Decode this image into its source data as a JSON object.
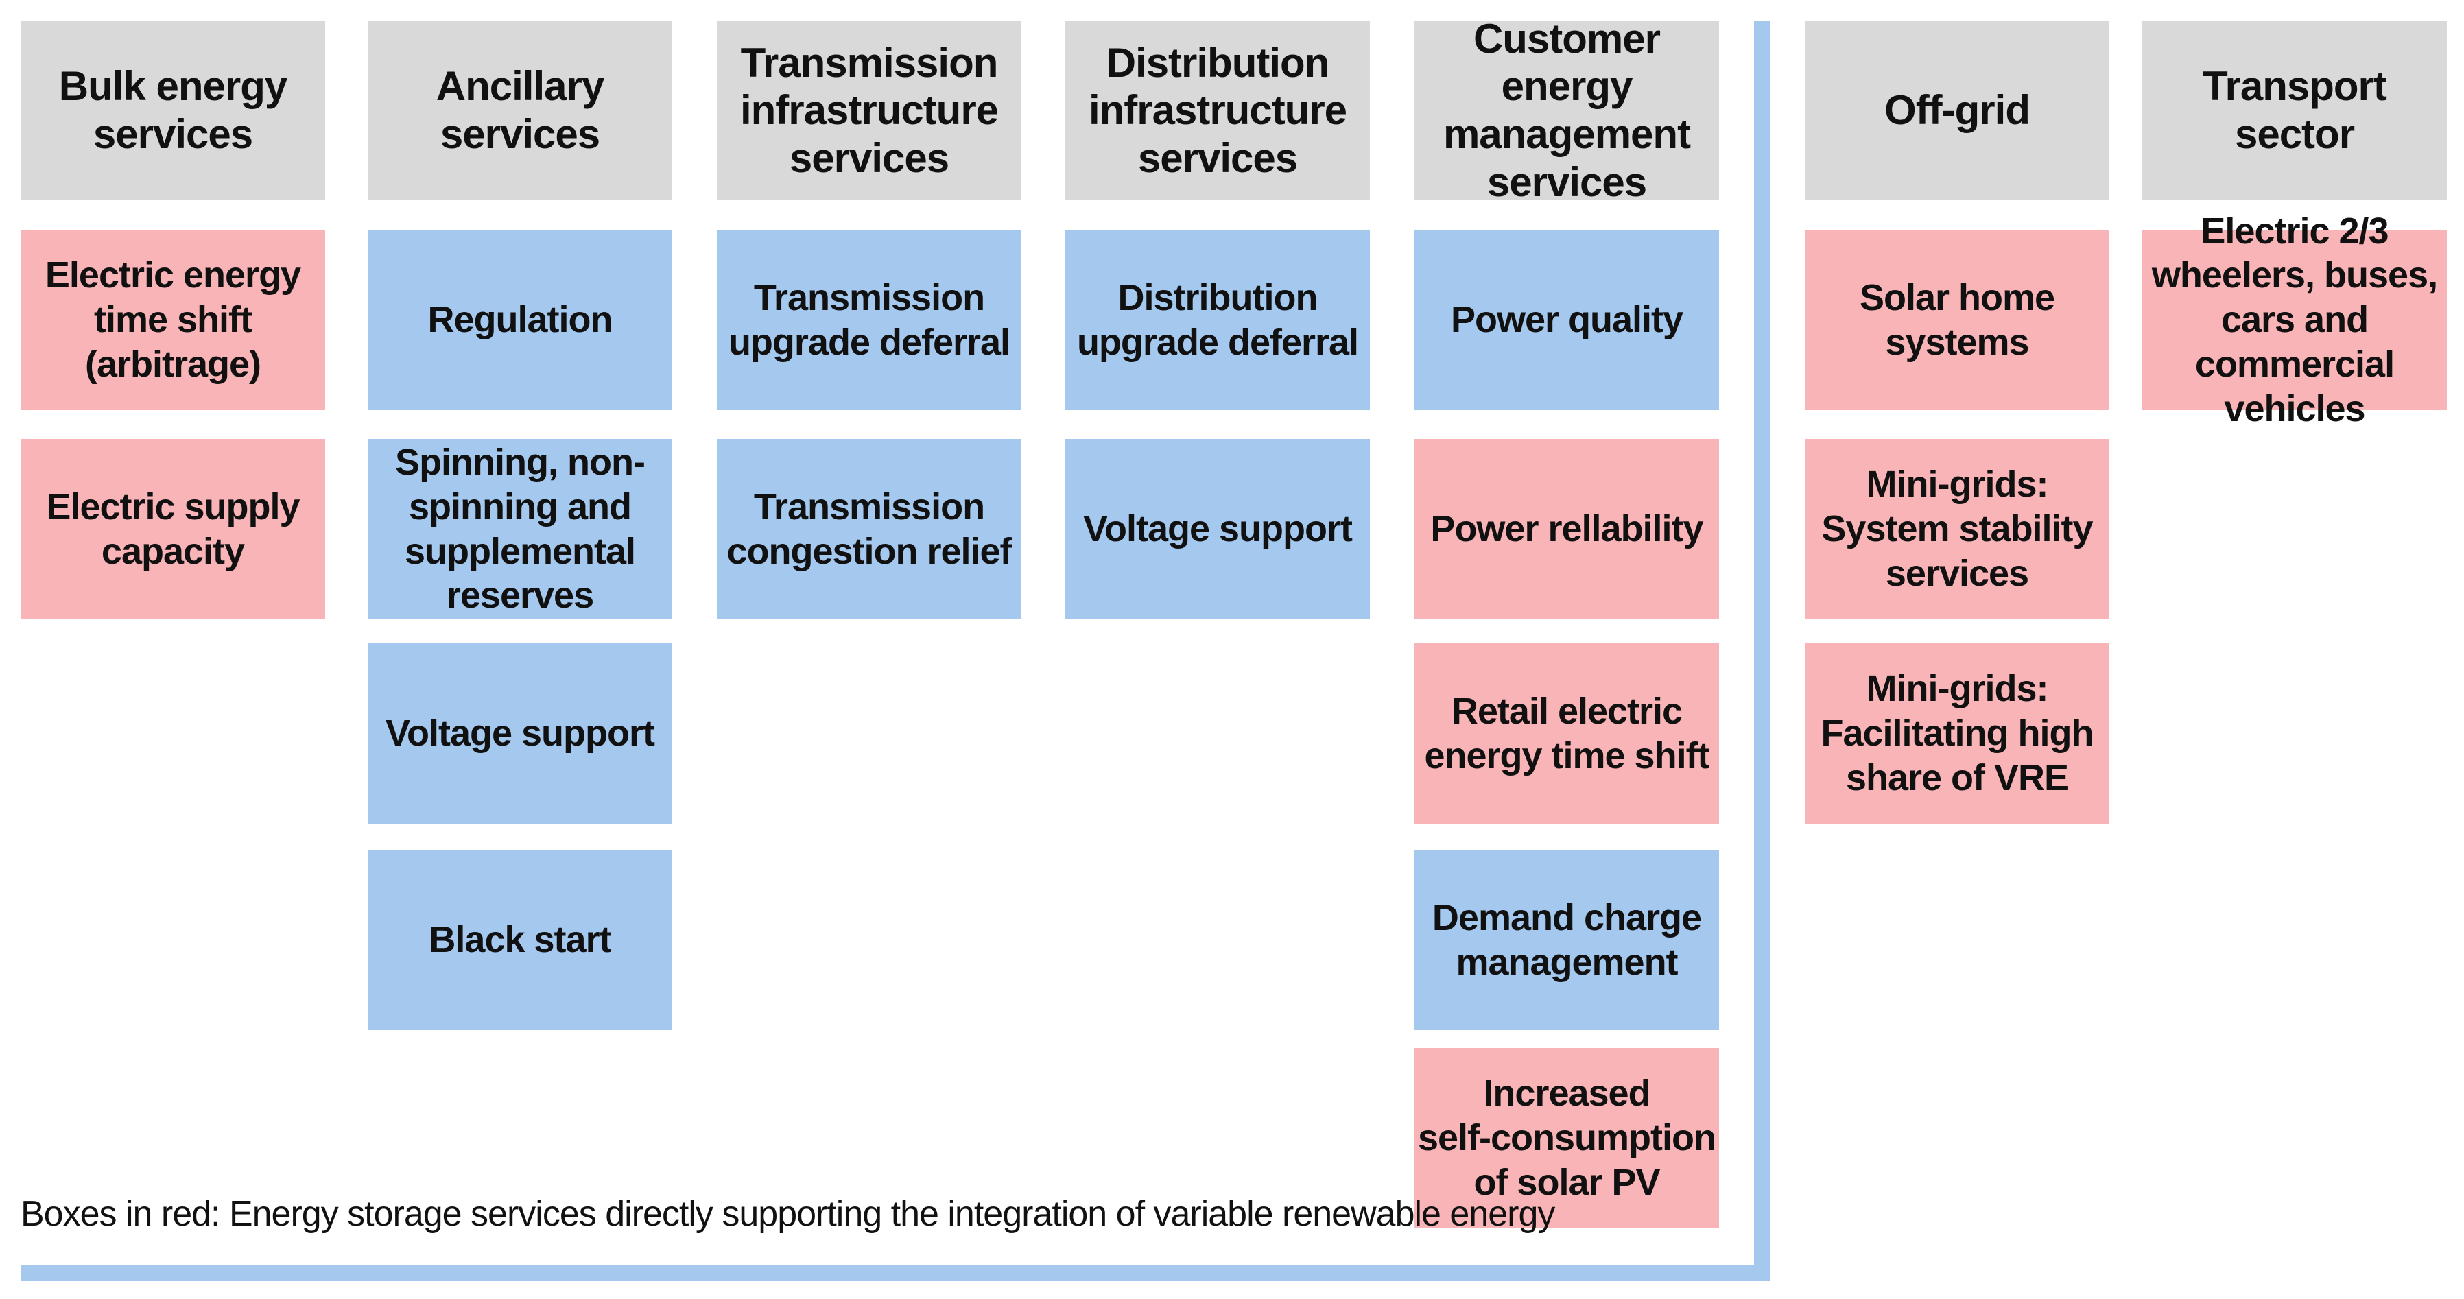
{
  "colors": {
    "header_bg": "#d9d9d9",
    "red_box": "#f8b4b6",
    "blue_box": "#a5c8ee",
    "divider": "#a5c8ee"
  },
  "columns": [
    {
      "header": "Bulk energy\nservices",
      "items": [
        {
          "label": "Electric energy\ntime shift\n(arbitrage)",
          "color": "red"
        },
        {
          "label": "Electric supply\ncapacity",
          "color": "red"
        }
      ]
    },
    {
      "header": "Ancillary\nservices",
      "items": [
        {
          "label": "Regulation",
          "color": "blue"
        },
        {
          "label": "Spinning, non-\nspinning and\nsupplemental\nreserves",
          "color": "blue"
        },
        {
          "label": "Voltage support",
          "color": "blue"
        },
        {
          "label": "Black start",
          "color": "blue"
        }
      ]
    },
    {
      "header": "Transmission\ninfrastructure\nservices",
      "items": [
        {
          "label": "Transmission\nupgrade deferral",
          "color": "blue"
        },
        {
          "label": "Transmission\ncongestion relief",
          "color": "blue"
        }
      ]
    },
    {
      "header": "Distribution\ninfrastructure\nservices",
      "items": [
        {
          "label": "Distribution\nupgrade deferral",
          "color": "blue"
        },
        {
          "label": "Voltage support",
          "color": "blue"
        }
      ]
    },
    {
      "header": "Customer\nenergy\nmanagement\nservices",
      "items": [
        {
          "label": "Power quality",
          "color": "blue"
        },
        {
          "label": "Power rellability",
          "color": "red"
        },
        {
          "label": "Retail electric\nenergy time shift",
          "color": "red"
        },
        {
          "label": "Demand charge\nmanagement",
          "color": "blue"
        },
        {
          "label": "Increased\nself-consumption\nof solar PV",
          "color": "red"
        }
      ]
    },
    {
      "header": "Off-grid",
      "items": [
        {
          "label": "Solar home\nsystems",
          "color": "red"
        },
        {
          "label": "Mini-grids:\nSystem stability\nservices",
          "color": "red"
        },
        {
          "label": "Mini-grids:\nFacilitating high\nshare of VRE",
          "color": "red"
        }
      ]
    },
    {
      "header": "Transport\nsector",
      "items": [
        {
          "label": "Electric 2/3\nwheelers, buses,\ncars and commercial\nvehicles",
          "color": "red"
        }
      ]
    }
  ],
  "footnote": "Boxes in red: Energy storage services directly supporting the integration of variable renewable energy"
}
